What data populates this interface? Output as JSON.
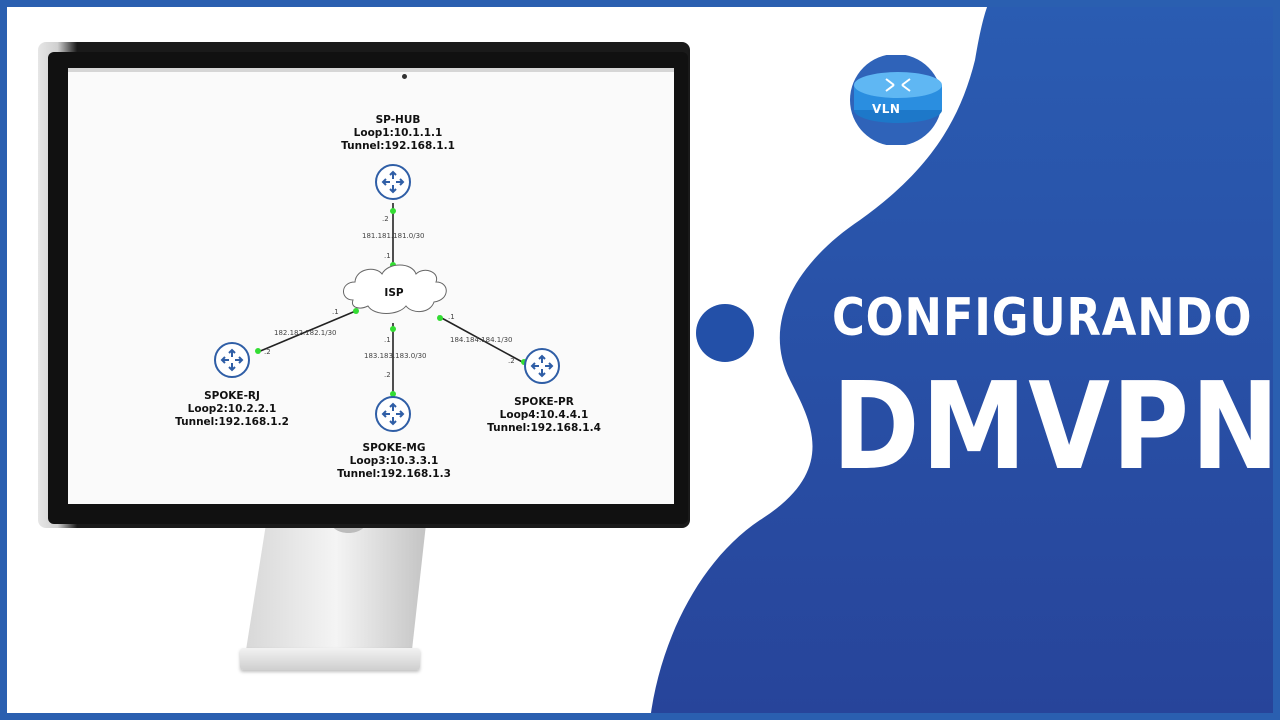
{
  "headline": {
    "line1": "CONFIGURANDO",
    "line2": "DMVPN"
  },
  "logo": {
    "text": "VLN"
  },
  "colors": {
    "brand_blue": "#2350a8",
    "link_dot_green": "#33dd33",
    "router_blue": "#2f5ea6"
  },
  "diagram": {
    "nodes": {
      "hub": {
        "name": "SP-HUB",
        "loop": "Loop1:10.1.1.1",
        "tunnel": "Tunnel:192.168.1.1"
      },
      "rj": {
        "name": "SPOKE-RJ",
        "loop": "Loop2:10.2.2.1",
        "tunnel": "Tunnel:192.168.1.2"
      },
      "mg": {
        "name": "SPOKE-MG",
        "loop": "Loop3:10.3.3.1",
        "tunnel": "Tunnel:192.168.1.3"
      },
      "pr": {
        "name": "SPOKE-PR",
        "loop": "Loop4:10.4.4.1",
        "tunnel": "Tunnel:192.168.1.4"
      },
      "isp": {
        "name": "ISP"
      }
    },
    "links": {
      "hub": {
        "subnet": "181.181.181.0/30",
        "router_ip": ".2",
        "isp_ip": ".1"
      },
      "rj": {
        "subnet": "182.182.182.1/30",
        "router_ip": ".2",
        "isp_ip": ".1"
      },
      "mg": {
        "subnet": "183.183.183.0/30",
        "router_ip": ".2",
        "isp_ip": ".1"
      },
      "pr": {
        "subnet": "184.184.184.1/30",
        "router_ip": ".2",
        "isp_ip": ".1"
      }
    }
  }
}
